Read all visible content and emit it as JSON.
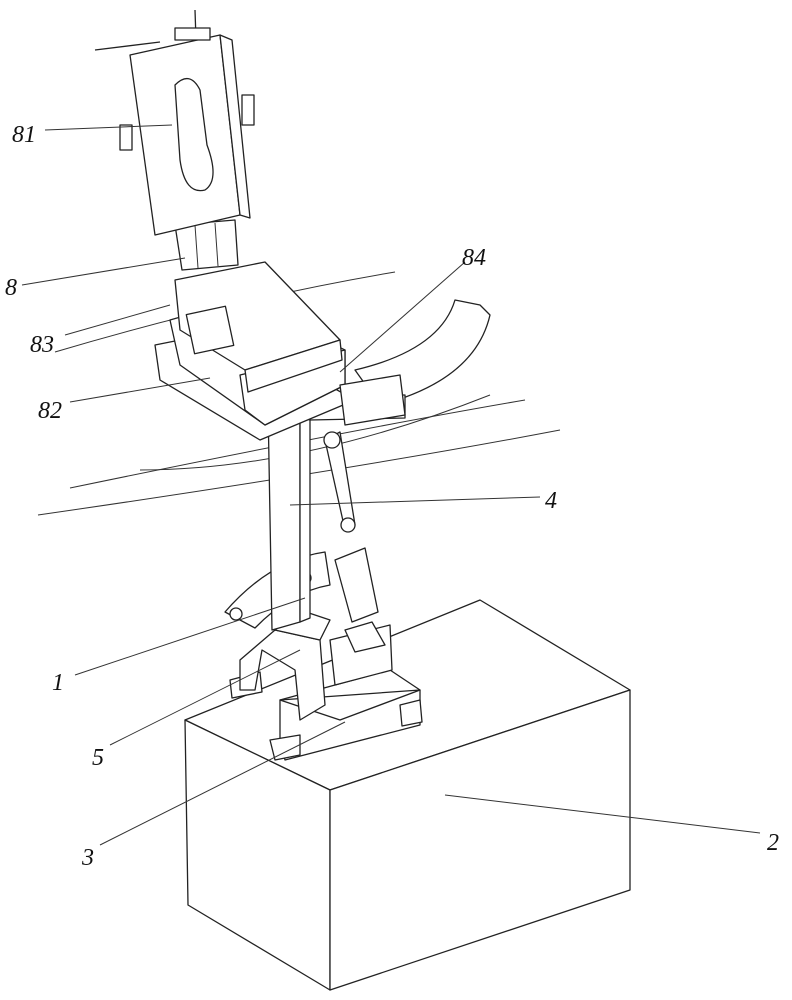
{
  "figure": {
    "labels": [
      {
        "id": "81",
        "text": "81"
      },
      {
        "id": "8",
        "text": "8"
      },
      {
        "id": "83",
        "text": "83"
      },
      {
        "id": "82",
        "text": "82"
      },
      {
        "id": "84",
        "text": "84"
      },
      {
        "id": "4",
        "text": "4"
      },
      {
        "id": "1",
        "text": "1"
      },
      {
        "id": "5",
        "text": "5"
      },
      {
        "id": "3",
        "text": "3"
      },
      {
        "id": "2",
        "text": "2"
      }
    ]
  }
}
